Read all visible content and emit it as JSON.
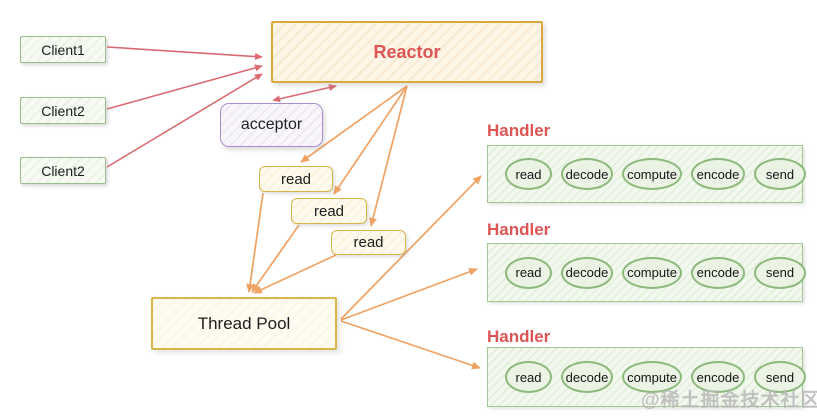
{
  "diagram": {
    "clients": [
      "Client1",
      "Client2",
      "Client2"
    ],
    "reactor_label": "Reactor",
    "acceptor_label": "acceptor",
    "read_labels": [
      "read",
      "read",
      "read"
    ],
    "thread_pool_label": "Thread Pool",
    "handlers": [
      {
        "title": "Handler",
        "steps": [
          "read",
          "decode",
          "compute",
          "encode",
          "send"
        ]
      },
      {
        "title": "Handler",
        "steps": [
          "read",
          "decode",
          "compute",
          "encode",
          "send"
        ]
      },
      {
        "title": "Handler",
        "steps": [
          "read",
          "decode",
          "compute",
          "encode",
          "send"
        ]
      }
    ],
    "watermark": "@稀土掘金技术社区",
    "colors": {
      "client_arrow": "#dc6a72",
      "flow_arrow": "#f0a263",
      "reactor_border": "#d9a93c",
      "reactor_text": "#dd5555",
      "handler_title": "#dd5555",
      "handler_border": "#a2c795",
      "ellipse_border": "#8cb97c",
      "acceptor_border": "#a98fd0",
      "gold_border": "#d9b64a",
      "client_border": "#9bbd8e"
    }
  }
}
